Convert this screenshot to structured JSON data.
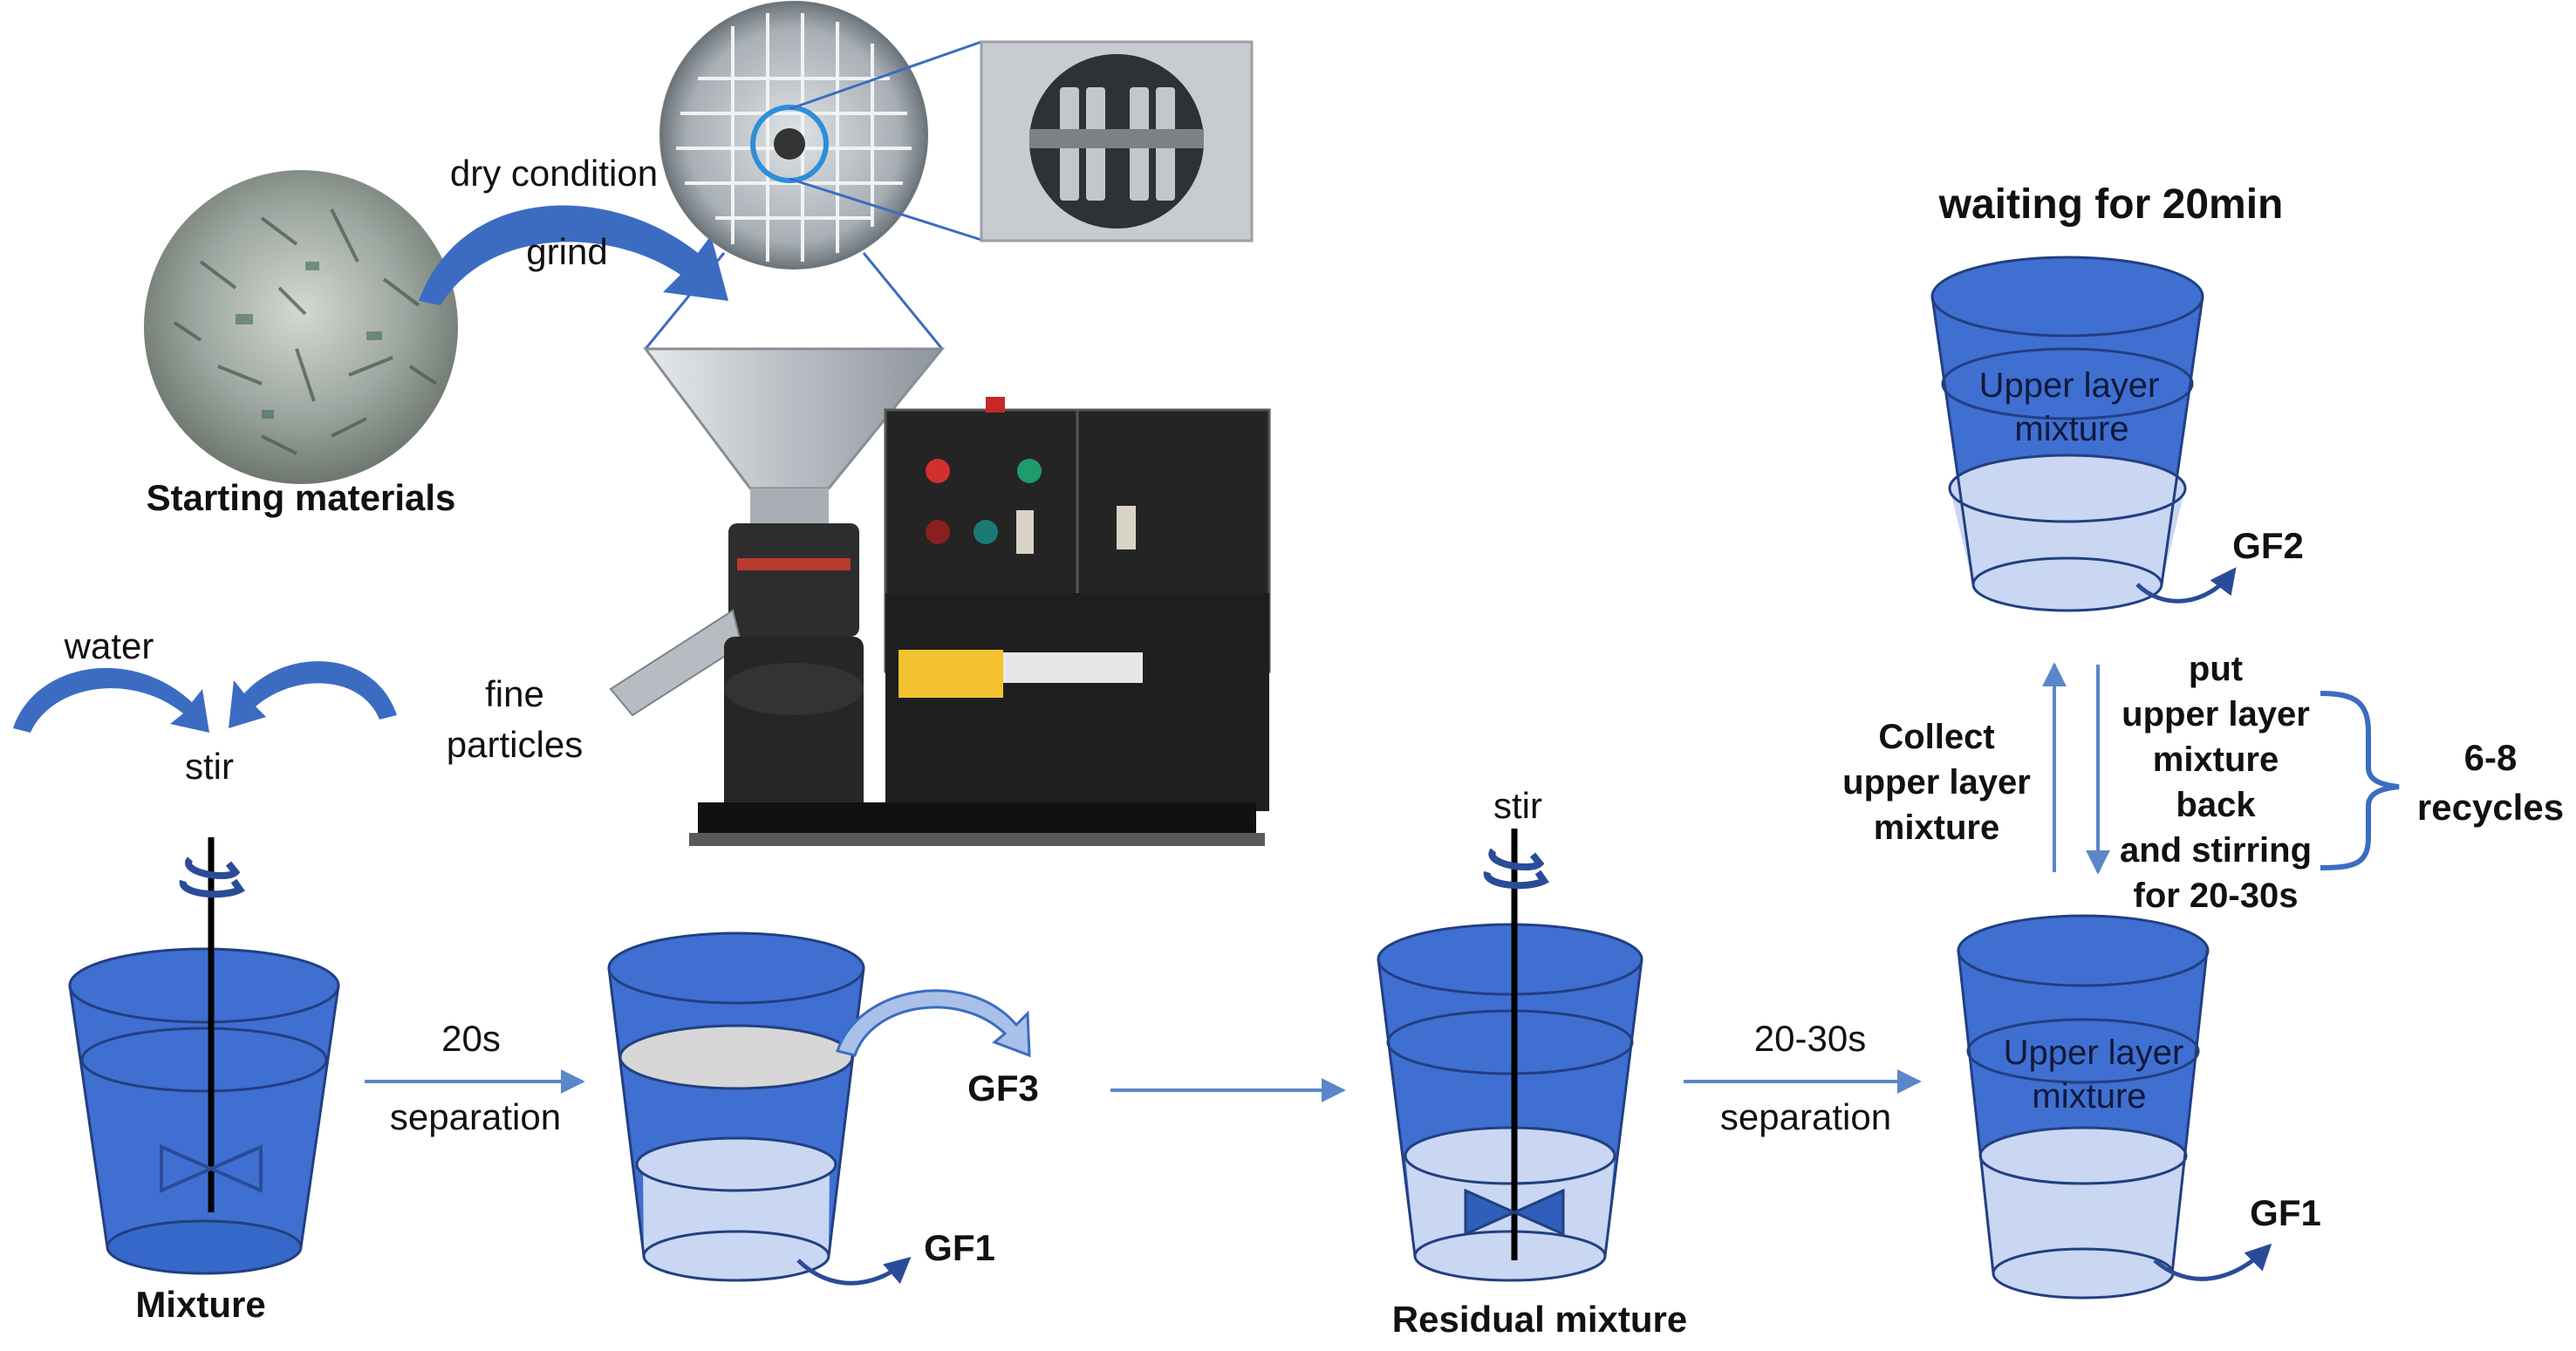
{
  "labels": {
    "dry_condition": "dry condition",
    "grind": "grind",
    "starting_materials": "Starting materials",
    "water": "water",
    "fine_particles_1": "fine",
    "fine_particles_2": "particles",
    "stir_left": "stir",
    "mixture": "Mixture",
    "time_20s": "20s",
    "separation_1": "separation",
    "gf3": "GF3",
    "gf1_left": "GF1",
    "stir_right": "stir",
    "residual_mixture": "Residual mixture",
    "time_20_30s": "20-30s",
    "separation_2": "separation",
    "upper_layer_1": "Upper layer",
    "upper_layer_mixture_1": "mixture",
    "gf1_right": "GF1",
    "waiting": "waiting for 20min",
    "upper_layer_2": "Upper layer",
    "upper_layer_mixture_2": "mixture",
    "gf2": "GF2",
    "collect_1": "Collect",
    "collect_2": "upper layer",
    "collect_3": "mixture",
    "put_1": "put",
    "put_2": "upper layer",
    "put_3": "mixture",
    "put_4": "back",
    "put_5": "and stirring",
    "put_6": "for 20-30s",
    "recycles_1": "6-8",
    "recycles_2": "recycles"
  },
  "colors": {
    "liquid_dark": "#3f6fd1",
    "liquid_light": "#c9d7f3",
    "particle_layer": "#d6d6d6",
    "arrow": "#5b86c9",
    "curved_arrow": "#3c6cc2",
    "outline": "#2a4c98",
    "machine_body": "#2b2b2b",
    "hopper": "#c9cdd2"
  },
  "icons": [
    "grinding-machine-photo",
    "starting-materials-photo",
    "die-closeup-photo",
    "stirrer-icon",
    "beaker-icon"
  ]
}
